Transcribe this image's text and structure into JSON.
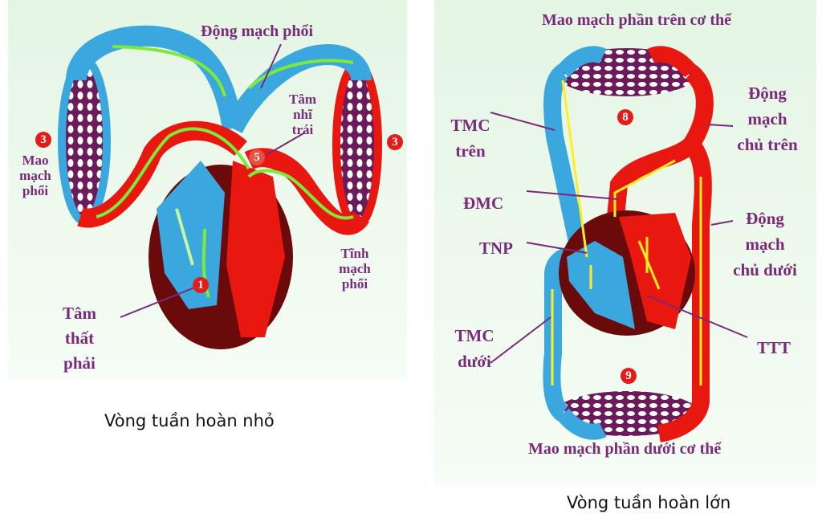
{
  "small_circulation": {
    "caption": "Vòng tuần hoàn nhỏ",
    "labels": {
      "pulmonary_artery": "Động mạch phổi",
      "left_atrium": "Tâm nhĩ trái",
      "pulmonary_capillary": "Mao mạch phổi",
      "pulmonary_vein": "Tĩnh mạch phổi",
      "right_ventricle": "Tâm thất phải"
    },
    "badges": [
      "3",
      "3"
    ]
  },
  "large_circulation": {
    "caption": "Vòng tuần hoàn lớn",
    "labels": {
      "upper_capillary": "Mao mạch phần trên cơ thể",
      "svc": "TMC trên",
      "aorta": "ĐMC",
      "right_atrium": "TNP",
      "ivc": "TMC dưới",
      "upper_aorta": "Động mạch chủ trên",
      "lower_aorta": "Động mạch chủ dưới",
      "left_ventricle": "TTT",
      "lower_capillary": "Mao mạch phần dưới cơ thể"
    },
    "badges": [
      "8",
      "9"
    ]
  },
  "colors": {
    "artery": "#e8170f",
    "vein": "#3aa8de",
    "heart_wall": "#6a0a0a",
    "label": "#7a2a7a",
    "flow_small": "#7dea3a",
    "flow_large": "#ffee22"
  }
}
